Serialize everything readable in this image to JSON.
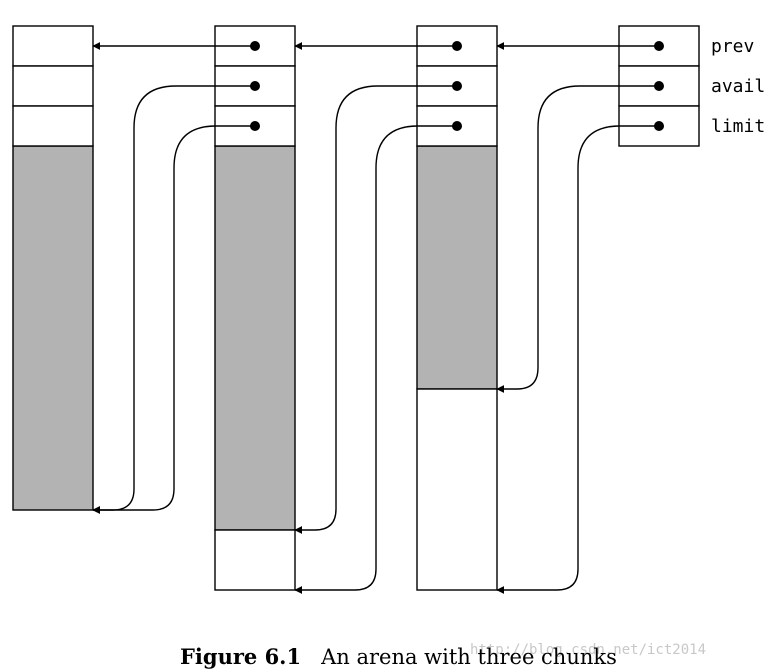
{
  "fields": {
    "prev": "prev",
    "avail": "avail",
    "limit": "limit"
  },
  "caption": {
    "label": "Figure 6.1",
    "text": "An arena with three chunks"
  },
  "watermark": "http://blog.csdn.net/ict2014",
  "colors": {
    "used_region": "#b3b3b3",
    "line": "#000000",
    "background": "#ffffff"
  }
}
